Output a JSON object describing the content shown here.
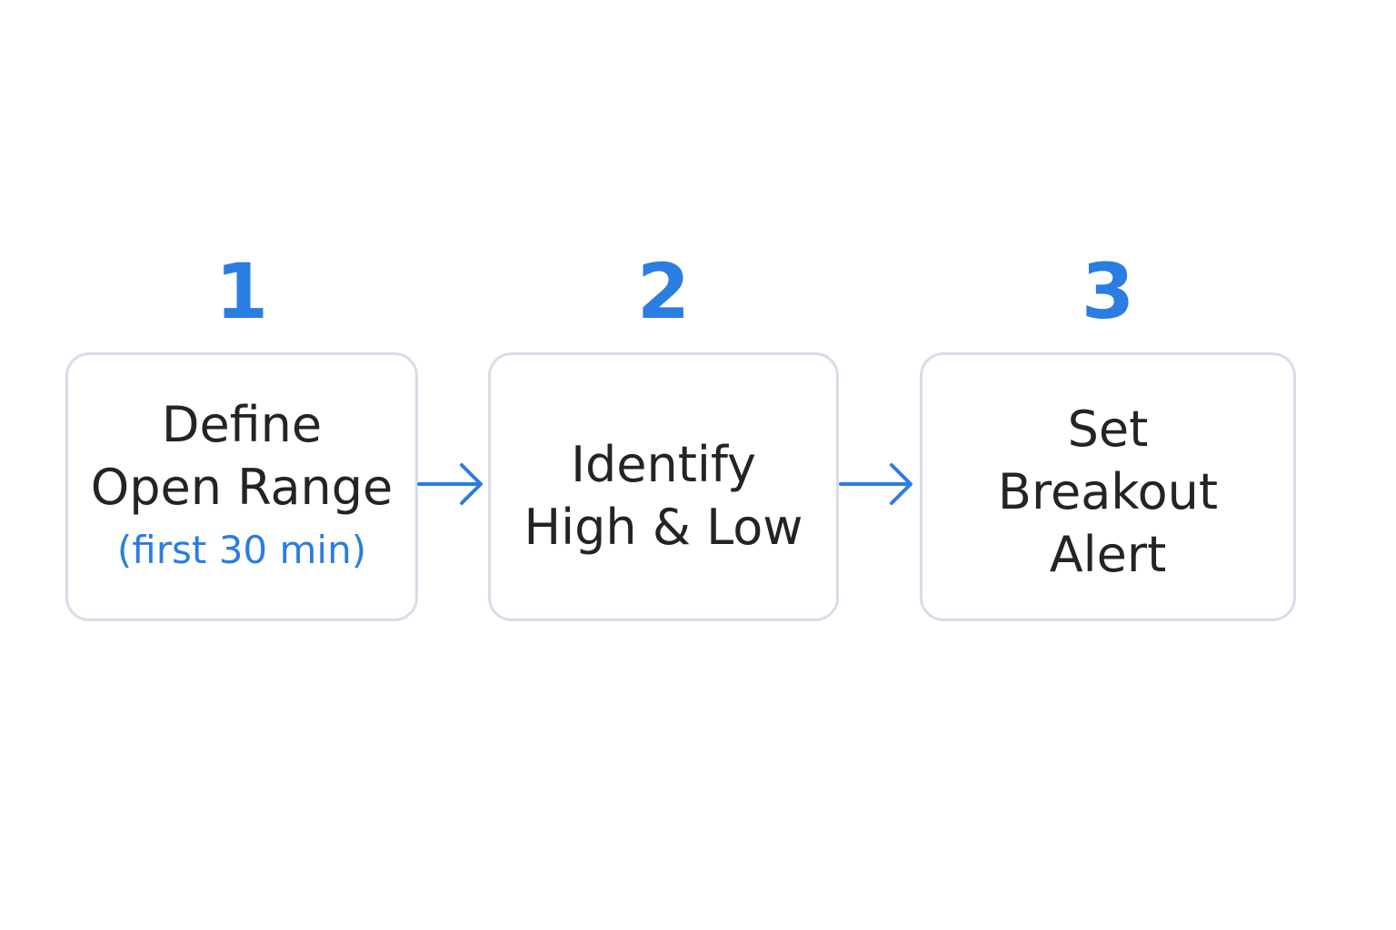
{
  "steps": [
    {
      "number": "1",
      "title_lines": [
        "Define",
        "Open Range"
      ],
      "note": "(first 30 min)"
    },
    {
      "number": "2",
      "title_lines": [
        "Identify",
        "High & Low"
      ]
    },
    {
      "number": "3",
      "title_lines": [
        "Set",
        "Breakout",
        "Alert"
      ]
    }
  ],
  "colors": {
    "accent": "#2a7de1",
    "text": "#222427",
    "box_border": "#d5dde8",
    "background": "#ffffff"
  },
  "icons": {
    "connector": "arrow-right-icon"
  }
}
